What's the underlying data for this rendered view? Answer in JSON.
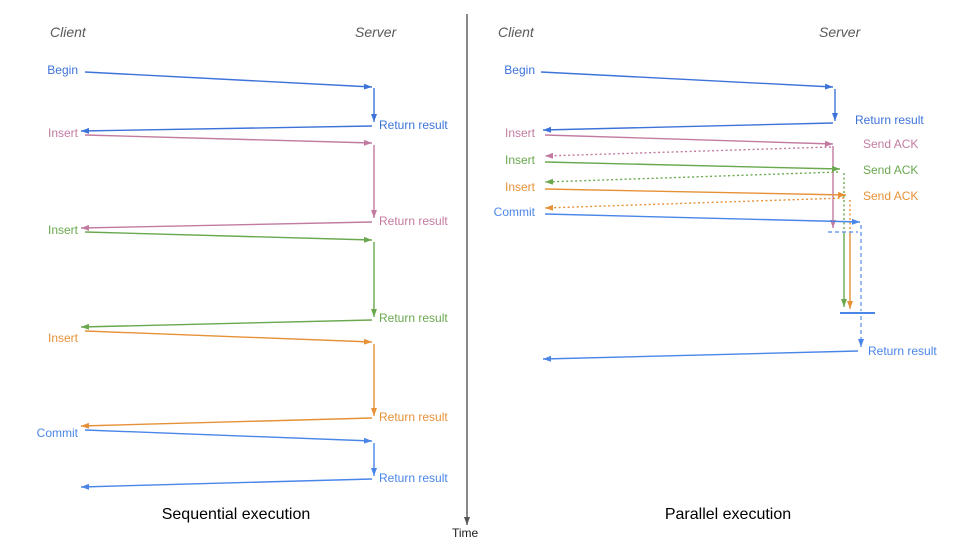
{
  "palette": {
    "blue": "#3d73d9",
    "blue_bright": "#4a86e8",
    "blue_light": "#6d9eeb",
    "pink": "#c27ba0",
    "green": "#6aa84f",
    "orange": "#e69138",
    "axis_gray": "#555555",
    "header_gray": "#595959"
  },
  "time_axis": {
    "label": "Time"
  },
  "sequential": {
    "title": "Sequential execution",
    "client_header": "Client",
    "server_header": "Server",
    "steps": [
      {
        "request": "Begin",
        "response": "Return result",
        "color": "#3d73d9"
      },
      {
        "request": "Insert",
        "response": "Return result",
        "color": "#c27ba0"
      },
      {
        "request": "Insert",
        "response": "Return result",
        "color": "#6aa84f"
      },
      {
        "request": "Insert",
        "response": "Return result",
        "color": "#e69138"
      },
      {
        "request": "Commit",
        "response": "Return result",
        "color": "#4a86e8"
      }
    ]
  },
  "parallel": {
    "title": "Parallel execution",
    "client_header": "Client",
    "server_header": "Server",
    "steps": [
      {
        "request": "Begin",
        "response": "Return result",
        "color": "#3d73d9"
      },
      {
        "request": "Insert",
        "response": "Send ACK",
        "color": "#c27ba0"
      },
      {
        "request": "Insert",
        "response": "Send ACK",
        "color": "#6aa84f"
      },
      {
        "request": "Insert",
        "response": "Send ACK",
        "color": "#e69138"
      },
      {
        "request": "Commit",
        "response": "Return result",
        "color": "#4a86e8"
      }
    ]
  }
}
